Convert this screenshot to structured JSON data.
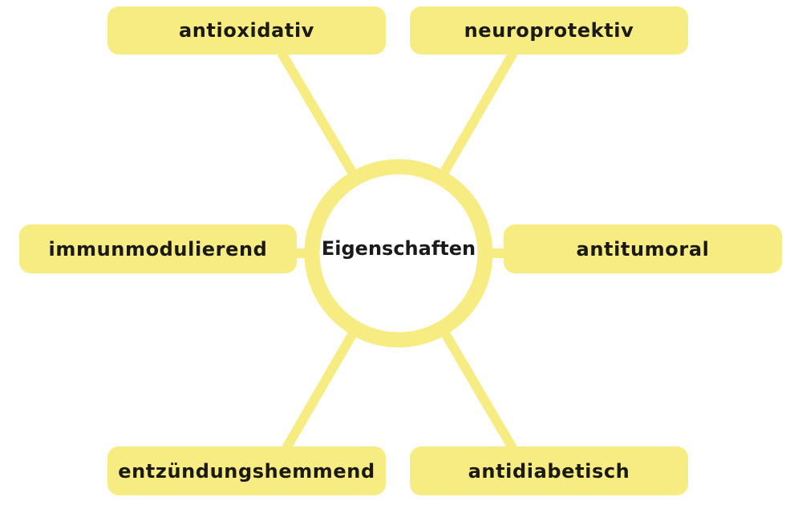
{
  "diagram": {
    "type": "mind-map",
    "colors": {
      "node_fill": "#F6EC82",
      "connector": "#F6EC82",
      "text": "#1a1a12",
      "background": "#ffffff"
    },
    "center": {
      "label": "Eigenschaften"
    },
    "nodes": [
      {
        "id": "top-left",
        "label": "antioxidativ"
      },
      {
        "id": "top-right",
        "label": "neuroprotektiv"
      },
      {
        "id": "mid-left",
        "label": "immunmodulierend"
      },
      {
        "id": "mid-right",
        "label": "antitumoral"
      },
      {
        "id": "bottom-left",
        "label": "entzündungshemmend"
      },
      {
        "id": "bottom-right",
        "label": "antidiabetisch"
      }
    ]
  }
}
